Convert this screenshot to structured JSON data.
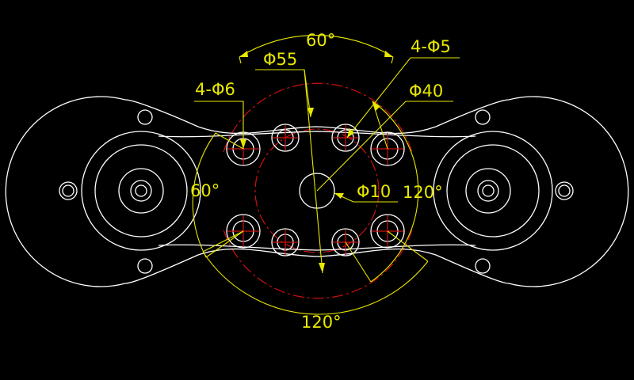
{
  "colors": {
    "background": "#000000",
    "geometry": "#ffffff",
    "centerlines": "#d01010",
    "dimensions": "#e8e800"
  },
  "dimensions": {
    "angle_top": "60°",
    "dia_55": "Φ55",
    "holes_5": "4-Φ5",
    "holes_6": "4-Φ6",
    "dia_40": "Φ40",
    "angle_left": "60°",
    "dia_10": "Φ10",
    "angle_right": "120°",
    "angle_bottom": "120°"
  }
}
